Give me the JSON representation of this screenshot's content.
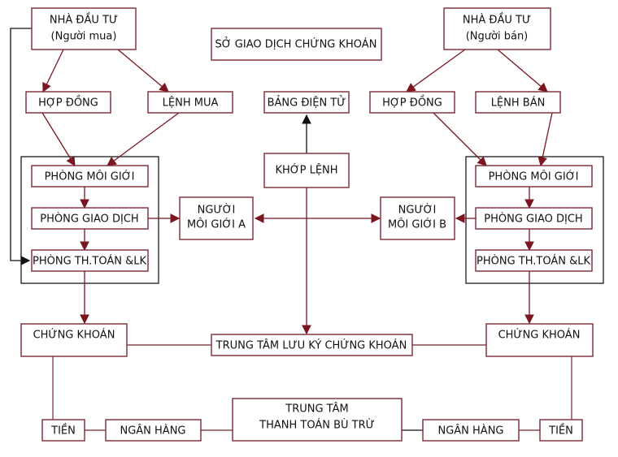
{
  "colors": {
    "box_border": "#7b2a33",
    "arrow": "#7b1620",
    "group_border": "#1a1a1a",
    "black_arrow": "#111111"
  },
  "nodes": {
    "investor_buyer": {
      "lines": [
        "NHÀ ĐẦU TƯ",
        "(Người mua)"
      ]
    },
    "stock_exchange": {
      "lines": [
        "SỞ GIAO DỊCH CHỨNG KHOÁN"
      ]
    },
    "investor_seller": {
      "lines": [
        "NHÀ ĐẦU TƯ",
        "(Người bán)"
      ]
    },
    "contract_left": {
      "lines": [
        "HỢP ĐỒNG"
      ]
    },
    "buy_order": {
      "lines": [
        "LỆNH MUA"
      ]
    },
    "electronic_board": {
      "lines": [
        "BẢNG ĐIỆN TỬ"
      ]
    },
    "contract_right": {
      "lines": [
        "HỢP ĐỒNG"
      ]
    },
    "sell_order": {
      "lines": [
        "LỆNH BÁN"
      ]
    },
    "brokerage_left": {
      "lines": [
        "PHÒNG MÔI GIỚI"
      ]
    },
    "order_matching": {
      "lines": [
        "KHỚP LỆNH"
      ]
    },
    "brokerage_right": {
      "lines": [
        "PHÒNG MÔI GIỚI"
      ]
    },
    "trading_left": {
      "lines": [
        "PHÒNG GIAO DỊCH"
      ]
    },
    "broker_a": {
      "lines": [
        "NGƯỜI",
        "MÔI GIỚI A"
      ]
    },
    "broker_b": {
      "lines": [
        "NGƯỜI",
        "MÔI GIỚI B"
      ]
    },
    "trading_right": {
      "lines": [
        "PHÒNG GIAO DỊCH"
      ]
    },
    "settlement_left": {
      "lines": [
        "PHÒNG TH.TOÁN &LK"
      ]
    },
    "settlement_right": {
      "lines": [
        "PHÒNG TH.TOÁN &LK"
      ]
    },
    "securities_left": {
      "lines": [
        "CHỨNG KHOÁN"
      ]
    },
    "depository_center": {
      "lines": [
        "TRUNG TÂM LƯU KÝ CHỨNG KHOÁN"
      ]
    },
    "securities_right": {
      "lines": [
        "CHỨNG KHOÁN"
      ]
    },
    "cash_left": {
      "lines": [
        "TIỀN"
      ]
    },
    "bank_left": {
      "lines": [
        "NGÂN HÀNG"
      ]
    },
    "clearing_center": {
      "lines": [
        "TRUNG TÂM",
        "THANH TOÁN BÙ TRỪ"
      ]
    },
    "bank_right": {
      "lines": [
        "NGÂN HÀNG"
      ]
    },
    "cash_right": {
      "lines": [
        "TIỀN"
      ]
    }
  },
  "edges": [
    {
      "from": "investor_buyer",
      "to": "contract_left",
      "type": "arrow"
    },
    {
      "from": "investor_buyer",
      "to": "buy_order",
      "type": "arrow"
    },
    {
      "from": "investor_seller",
      "to": "contract_right",
      "type": "arrow"
    },
    {
      "from": "investor_seller",
      "to": "sell_order",
      "type": "arrow"
    },
    {
      "from": "contract_left",
      "to": "brokerage_left",
      "type": "arrow"
    },
    {
      "from": "buy_order",
      "to": "brokerage_left",
      "type": "arrow"
    },
    {
      "from": "contract_right",
      "to": "brokerage_right",
      "type": "arrow"
    },
    {
      "from": "sell_order",
      "to": "brokerage_right",
      "type": "arrow"
    },
    {
      "from": "brokerage_left",
      "to": "trading_left",
      "type": "arrow"
    },
    {
      "from": "trading_left",
      "to": "settlement_left",
      "type": "arrow"
    },
    {
      "from": "brokerage_right",
      "to": "trading_right",
      "type": "arrow"
    },
    {
      "from": "trading_right",
      "to": "settlement_right",
      "type": "arrow"
    },
    {
      "from": "trading_left",
      "to": "broker_a",
      "type": "arrow"
    },
    {
      "from": "trading_right",
      "to": "broker_b",
      "type": "arrow"
    },
    {
      "from": "broker_a",
      "to": "broker_b",
      "type": "bidirectional"
    },
    {
      "from": "order_matching",
      "to": "electronic_board",
      "type": "arrow"
    },
    {
      "from": "order_matching",
      "to": "depository_center",
      "type": "arrow"
    },
    {
      "from": "investor_buyer",
      "to": "settlement_left",
      "type": "arrow"
    },
    {
      "from": "settlement_left",
      "to": "securities_left",
      "type": "arrow"
    },
    {
      "from": "settlement_right",
      "to": "securities_right",
      "type": "arrow"
    },
    {
      "from": "securities_left",
      "to": "depository_center",
      "type": "line"
    },
    {
      "from": "depository_center",
      "to": "securities_right",
      "type": "line"
    },
    {
      "from": "securities_left",
      "to": "cash_left",
      "type": "line"
    },
    {
      "from": "securities_right",
      "to": "cash_right",
      "type": "line"
    },
    {
      "from": "cash_left",
      "to": "bank_left",
      "type": "line"
    },
    {
      "from": "bank_left",
      "to": "clearing_center",
      "type": "line"
    },
    {
      "from": "clearing_center",
      "to": "bank_right",
      "type": "line"
    },
    {
      "from": "bank_right",
      "to": "cash_right",
      "type": "line"
    }
  ]
}
